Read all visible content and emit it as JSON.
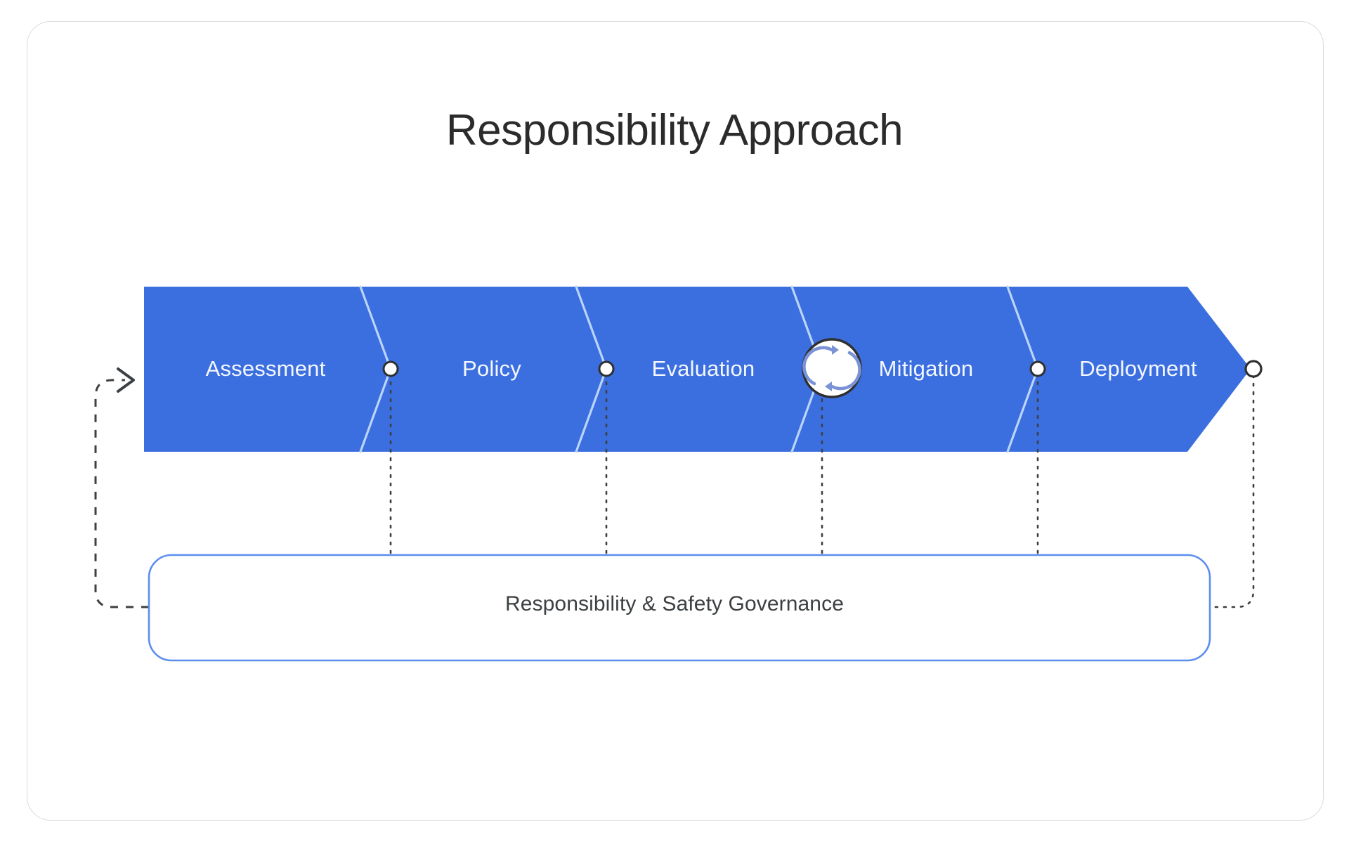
{
  "slide": {
    "title": "Responsibility Approach",
    "background_color": "#ffffff",
    "card_border_color": "#d8dade"
  },
  "process_band": {
    "fill_color": "#3b6fe0",
    "divider_color": "#b9d2fb",
    "label_color": "#f4f7fe",
    "steps": [
      {
        "label": "Assessment",
        "order": 1
      },
      {
        "label": "Policy",
        "order": 2
      },
      {
        "label": "Evaluation",
        "order": 3
      },
      {
        "label": "Mitigation",
        "order": 4,
        "icon": "refresh-cycle-icon"
      },
      {
        "label": "Deployment",
        "order": 5
      }
    ],
    "connector_nodes": 5,
    "node_fill": "#ffffff",
    "node_stroke": "#2f2f2f"
  },
  "governance": {
    "label": "Responsibility & Safety Governance",
    "border_color": "#5b8def",
    "text_color": "#3c4043",
    "fill_color": "#ffffff"
  },
  "feedback_loop": {
    "style": "dashed",
    "color": "#3c4043",
    "arrowhead": "chevron-right-arrowhead",
    "direction": "governance-back-to-assessment"
  },
  "connector_lines": {
    "style": "dotted",
    "color": "#3c4043"
  }
}
